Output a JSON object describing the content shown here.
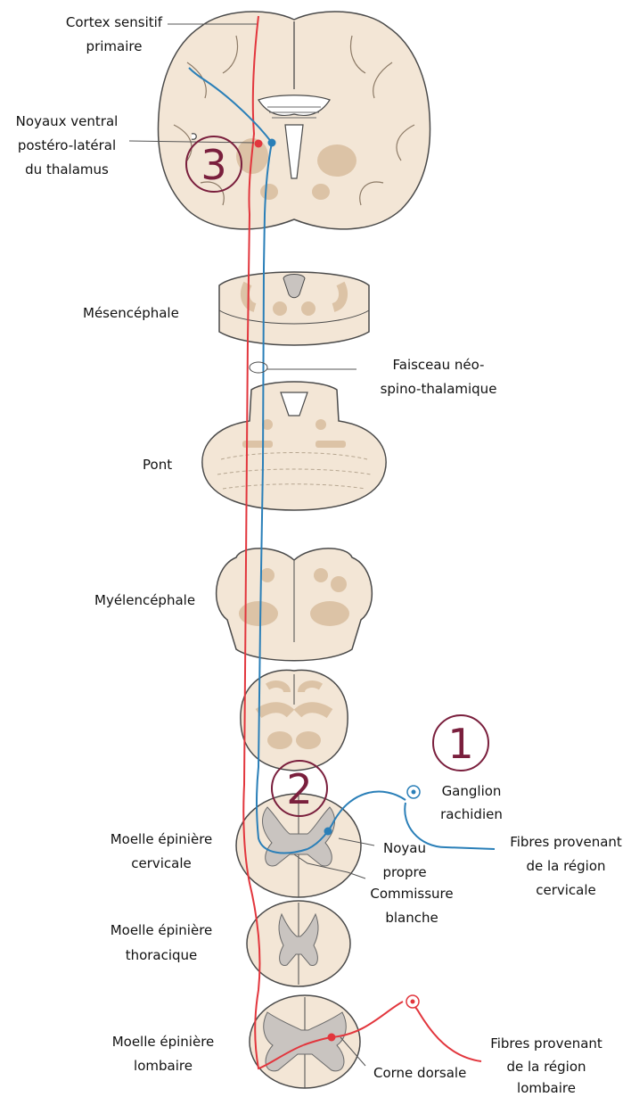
{
  "labels": {
    "cortex_l1": "Cortex sensitif",
    "cortex_l2": "primaire",
    "vpl_l1": "Noyaux ventral",
    "vpl_l2": "postéro-latéral",
    "vpl_l3": "du thalamus",
    "mesencephale": "Mésencéphale",
    "faisceau_l1": "Faisceau néo-",
    "faisceau_l2": "spino-thalamique",
    "pont": "Pont",
    "myelencephale": "Myélencéphale",
    "ganglion_l1": "Ganglion",
    "ganglion_l2": "rachidien",
    "fibres_cerv_l1": "Fibres provenant",
    "fibres_cerv_l2": "de la région",
    "fibres_cerv_l3": "cervicale",
    "noyau_l1": "Noyau",
    "noyau_l2": "propre",
    "commissure_l1": "Commissure",
    "commissure_l2": "blanche",
    "moelle_cerv_l1": "Moelle épinière",
    "moelle_cerv_l2": "cervicale",
    "moelle_thor_l1": "Moelle épinière",
    "moelle_thor_l2": "thoracique",
    "moelle_lomb_l1": "Moelle épinière",
    "moelle_lomb_l2": "lombaire",
    "corne_dorsale": "Corne dorsale",
    "fibres_lomb_l1": "Fibres provenant",
    "fibres_lomb_l2": "de la région",
    "fibres_lomb_l3": "lombaire"
  },
  "markers": {
    "one": "1",
    "two": "2",
    "three": "3"
  },
  "colors": {
    "tissue": "#f3e6d6",
    "gray_matter": "#dcc3a6",
    "outline": "#4a4a4a",
    "cord_gray": "#c9c4c0",
    "pathway_red": "#e2363d",
    "pathway_blue": "#2a7fb8",
    "marker": "#7a1f3d"
  }
}
